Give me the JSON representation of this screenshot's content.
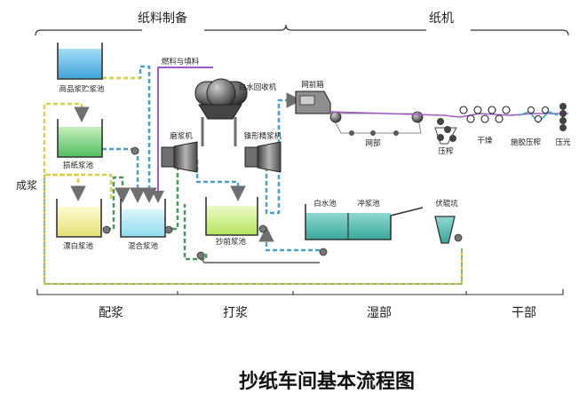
{
  "sections_top": {
    "left": "纸料制备",
    "right": "纸机"
  },
  "sections_bottom": {
    "a": "配浆",
    "b": "打浆",
    "c": "湿部",
    "d": "干部"
  },
  "tanks": {
    "commercial_pulp": "商品浆贮浆池",
    "broke": "损纸浆池",
    "bleached": "漂白浆池",
    "mixing": "混合浆池",
    "pre_machine": "抄前浆池",
    "white_water": "白水池",
    "dilution": "冲浆池",
    "couch_pit": "伏辊坑"
  },
  "equipment": {
    "refiner": "磨浆机",
    "deflaker": "锥形精浆机",
    "saveall": "白水回收机",
    "headbox": "网前箱",
    "dye": "燃料与填料"
  },
  "machine_labels": {
    "wire": "网部",
    "press": "压榨",
    "dryer": "干燥",
    "size_press": "施胶压榨",
    "calender": "压光"
  },
  "side_label": "成浆",
  "main_title": "抄纸车间基本流程图",
  "colors": {
    "pulp_line": "#7a7a7a",
    "dashed_yellow": "#d8d24a",
    "dashed_green": "#4a9a62",
    "blue_line": "#4aa0c8",
    "purple_line": "#a35bc4"
  }
}
